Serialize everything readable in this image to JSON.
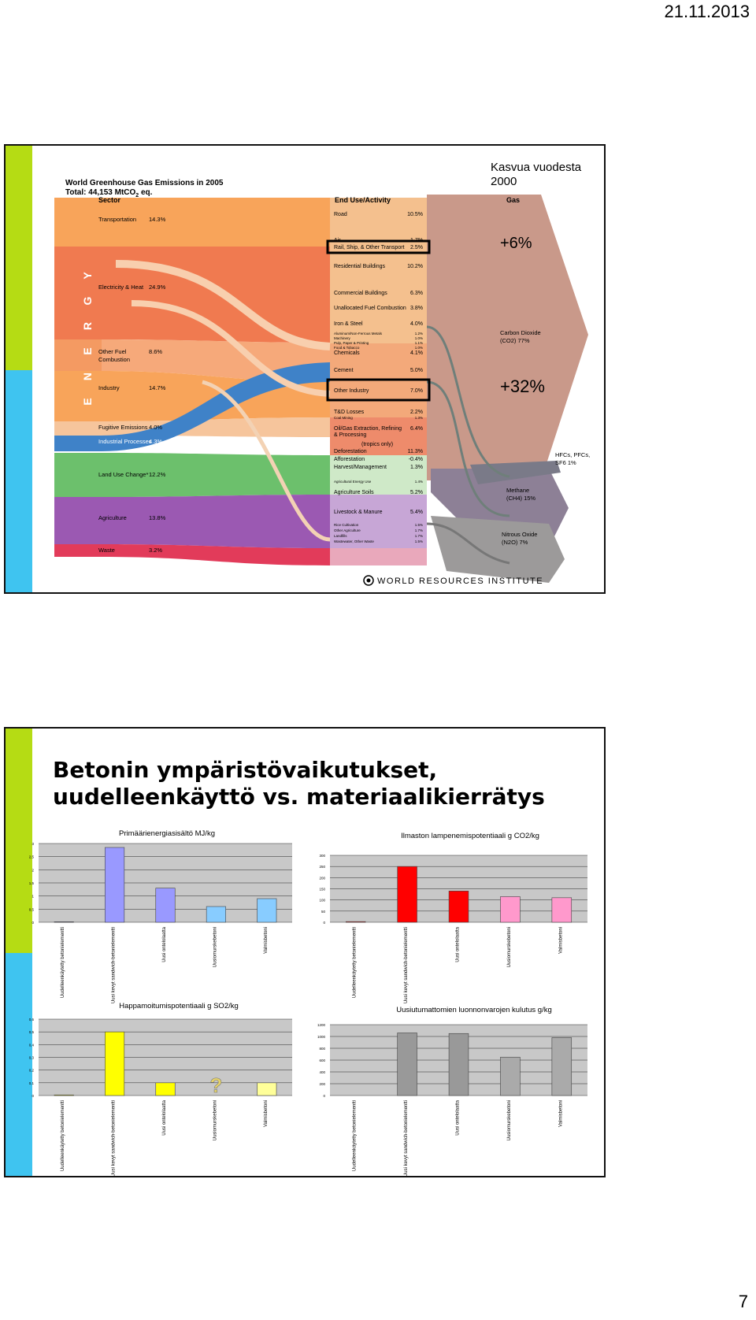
{
  "header": {
    "date": "21.11.2013"
  },
  "footer": {
    "page_number": "7"
  },
  "slide1": {
    "title_line1": "World Greenhouse Gas Emissions in 2005",
    "title_line2": "Total: 44,153 MtCO",
    "title_sub": "2",
    "title_tail": " eq.",
    "col_sector": "Sector",
    "col_end_use": "End Use/Activity",
    "col_gas": "Gas",
    "growth_label_line1": "Kasvua vuodesta",
    "growth_label_line2": "2000",
    "growth_air": "+6%",
    "growth_cement": "+32%",
    "energy_letters": [
      "Y",
      "G",
      "R",
      "E",
      "N",
      "E"
    ],
    "source": "WORLD RESOURCES INSTITUTE",
    "sectors": [
      {
        "label": "Transportation",
        "value": "14.3%"
      },
      {
        "label": "Electricity & Heat",
        "value": "24.9%"
      },
      {
        "label": "Other Fuel",
        "value": "8.6%"
      },
      {
        "label": "Combustion",
        "value": ""
      },
      {
        "label": "Industry",
        "value": "14.7%"
      },
      {
        "label": "Fugitive Emissions",
        "value": "4.0%"
      },
      {
        "label": "Industrial Processes",
        "value": "4.3%"
      },
      {
        "label": "Land Use Change*",
        "value": "12.2%"
      },
      {
        "label": "Agriculture",
        "value": "13.8%"
      },
      {
        "label": "Waste",
        "value": "3.2%"
      }
    ],
    "end_uses": [
      {
        "label": "Road",
        "value": "10.5%"
      },
      {
        "label": "Air",
        "value": "1.7%"
      },
      {
        "label": "Rail, Ship, & Other Transport",
        "value": "2.5%"
      },
      {
        "label": "Residential Buildings",
        "value": "10.2%"
      },
      {
        "label": "Commercial Buildings",
        "value": "6.3%"
      },
      {
        "label": "Unallocated Fuel Combustion",
        "value": "3.8%"
      },
      {
        "label": "Iron & Steel",
        "value": "4.0%"
      },
      {
        "label": "Aluminum/Non-Ferrous Metals",
        "value": "1.2%"
      },
      {
        "label": "Machinery",
        "value": "1.0%"
      },
      {
        "label": "Pulp, Paper & Printing",
        "value": "1.1%"
      },
      {
        "label": "Food & Tobacco",
        "value": "1.0%"
      },
      {
        "label": "Chemicals",
        "value": "4.1%"
      },
      {
        "label": "Cement",
        "value": "5.0%"
      },
      {
        "label": "Other Industry",
        "value": "7.0%"
      },
      {
        "label": "T&D Losses",
        "value": "2.2%"
      },
      {
        "label": "Coal Mining",
        "value": "1.3%"
      },
      {
        "label": "Oil/Gas Extraction, Refining",
        "value": "6.4%"
      },
      {
        "label": "& Processing",
        "value": ""
      },
      {
        "label": "(tropics only)",
        "value": ""
      },
      {
        "label": "Deforestation",
        "value": "11.3%"
      },
      {
        "label": "Afforestation",
        "value": "-0.4%"
      },
      {
        "label": "Harvest/Management",
        "value": "1.3%"
      },
      {
        "label": "Agricultural Energy Use",
        "value": "1.4%"
      },
      {
        "label": "Agriculture Soils",
        "value": "5.2%"
      },
      {
        "label": "Livestock & Manure",
        "value": "5.4%"
      },
      {
        "label": "Rice Cultivation",
        "value": "1.5%"
      },
      {
        "label": "Other Agriculture",
        "value": "1.7%"
      },
      {
        "label": "Landfills",
        "value": "1.7%"
      },
      {
        "label": "Wastewater, Other Waste",
        "value": "1.5%"
      }
    ],
    "gases": [
      {
        "line1": "Carbon Dioxide",
        "line2": "(CO2) 77%"
      },
      {
        "line1": "HFCs, PFCs,",
        "line2": "SF6 1%"
      },
      {
        "line1": "Methane",
        "line2": "(CH4) 15%"
      },
      {
        "line1": "Nitrous Oxide",
        "line2": "(N2O) 7%"
      }
    ]
  },
  "slide2": {
    "title_line1": "Betonin ympäristövaikutukset,",
    "title_line2": "uudelleenkäyttö vs. materiaalikierrätys",
    "question_mark": "?"
  },
  "chart_data": [
    {
      "type": "bar",
      "title": "Primäärienergiasisältö MJ/kg",
      "categories": [
        "Uudelleenkäytetty betonielementti",
        "Uusi kevyt sandwich-betonielementti",
        "Uusi ontelolaatta",
        "Uusiomurskebetoni",
        "Valmisbetoni"
      ],
      "values": [
        0.02,
        2.85,
        1.3,
        0.6,
        0.9
      ],
      "colors": [
        "#9999ff",
        "#9999ff",
        "#9999ff",
        "#88ccff",
        "#88ccff"
      ],
      "ylim": [
        0,
        3
      ],
      "yticks": [
        "0",
        "0,5",
        "1",
        "1,5",
        "2",
        "2,5",
        "3"
      ],
      "grid": true
    },
    {
      "type": "bar",
      "title": "Ilmaston lampenemispotentiaali g CO2/kg",
      "categories": [
        "Uudelleenkäytetty betonielementti",
        "Uusi kevyt sandwich-betonielementti",
        "Uusi ontelolaatta",
        "Uusiomurskebetoni",
        "Valmisbetoni"
      ],
      "values": [
        3,
        250,
        140,
        115,
        110
      ],
      "colors": [
        "#ff0000",
        "#ff0000",
        "#ff0000",
        "#ff99cc",
        "#ff99cc"
      ],
      "ylim": [
        0,
        300
      ],
      "yticks": [
        "0",
        "50",
        "100",
        "150",
        "200",
        "250",
        "300"
      ],
      "grid": true
    },
    {
      "type": "bar",
      "title": "Happamoitumispotentiaali g SO2/kg",
      "categories": [
        "Uudelleenkäytetty betonielementti",
        "Uusi kevyt sandwich-betonielementti",
        "Uusi ontelolaatta",
        "Uusiomurskebetoni",
        "Valmisbetoni"
      ],
      "values": [
        0.005,
        0.5,
        0.1,
        0,
        0.1
      ],
      "colors": [
        "#ffff00",
        "#ffff00",
        "#ffff00",
        "#ffff99",
        "#ffff99"
      ],
      "ylim": [
        0,
        0.6
      ],
      "yticks": [
        "0",
        "0,1",
        "0,2",
        "0,3",
        "0,4",
        "0,5",
        "0,6"
      ],
      "grid": true
    },
    {
      "type": "bar",
      "title": "Uusiutumattomien luonnonvarojen kulutus g/kg",
      "categories": [
        "Uudelleenkäytetty betonielementti",
        "Uusi kevyt sandwich-betonielementti",
        "Uusi ontelolaatta",
        "Uusiomurskebetoni",
        "Valmisbetoni"
      ],
      "values": [
        0,
        1060,
        1050,
        650,
        980
      ],
      "colors": [
        "#999999",
        "#999999",
        "#999999",
        "#aaaaaa",
        "#aaaaaa"
      ],
      "ylim": [
        0,
        1200
      ],
      "yticks": [
        "0",
        "200",
        "400",
        "600",
        "800",
        "1000",
        "1200"
      ],
      "grid": true
    }
  ]
}
